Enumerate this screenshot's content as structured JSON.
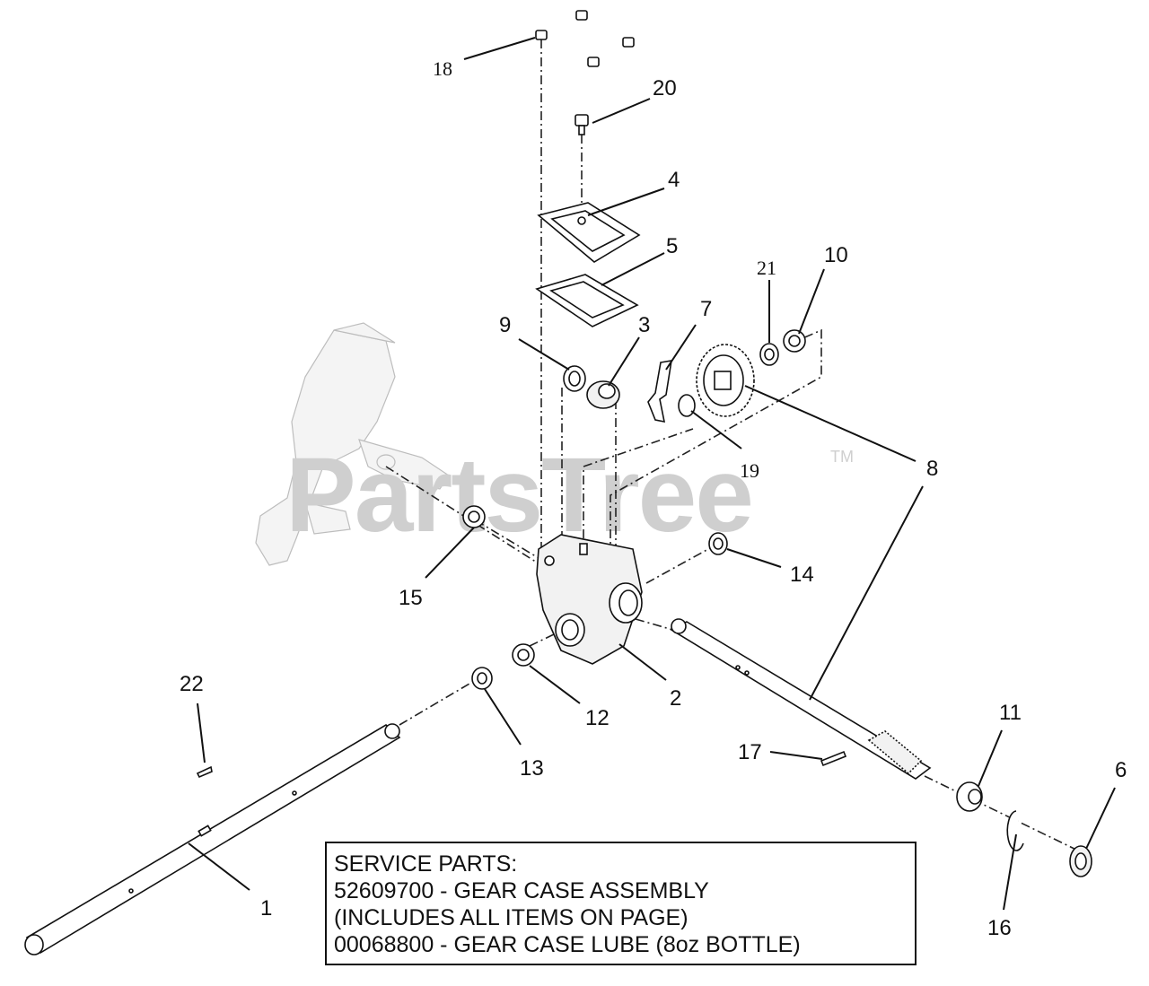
{
  "watermark": {
    "text": "PartsTree",
    "trademark": "TM"
  },
  "callouts": {
    "c1": "1",
    "c2": "2",
    "c3": "3",
    "c4": "4",
    "c5": "5",
    "c6": "6",
    "c7": "7",
    "c8": "8",
    "c9": "9",
    "c10": "10",
    "c11": "11",
    "c12": "12",
    "c13": "13",
    "c14": "14",
    "c15": "15",
    "c16": "16",
    "c17": "17",
    "c18": "18",
    "c19": "19",
    "c20": "20",
    "c21": "21",
    "c22": "22"
  },
  "service_parts": {
    "heading": "SERVICE PARTS:",
    "line1": "52609700 - GEAR CASE ASSEMBLY",
    "line2": "(INCLUDES ALL ITEMS ON PAGE)",
    "line3": "00068800 - GEAR CASE LUBE (8oz BOTTLE)"
  }
}
